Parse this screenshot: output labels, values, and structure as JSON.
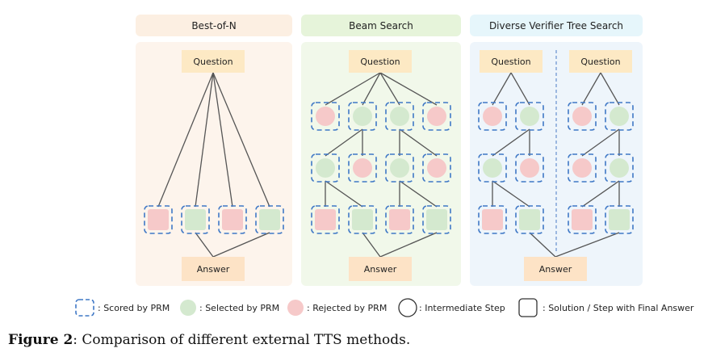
{
  "panels": [
    {
      "title": "Best-of-N",
      "question": "Question",
      "answer": "Answer"
    },
    {
      "title": "Beam Search",
      "question": "Question",
      "answer": "Answer"
    },
    {
      "title": "Diverse Verifier Tree Search",
      "question": "Question",
      "question2": "Question",
      "answer": "Answer"
    }
  ],
  "legend": {
    "scored": ": Scored by PRM",
    "selected": ": Selected by PRM",
    "rejected": ": Rejected by PRM",
    "intermediate": ": Intermediate Step",
    "solution": ": Solution / Step with Final Answer"
  },
  "caption": {
    "label": "Figure 2",
    "text": ": Comparison of different external TTS methods."
  },
  "colors": {
    "selected": "#d4e9cf",
    "rejected": "#f6c9c9",
    "label_fill": "#fde9c4",
    "answer_fill": "#fde3c6",
    "dash": "#3f78c6",
    "line": "#555555"
  }
}
